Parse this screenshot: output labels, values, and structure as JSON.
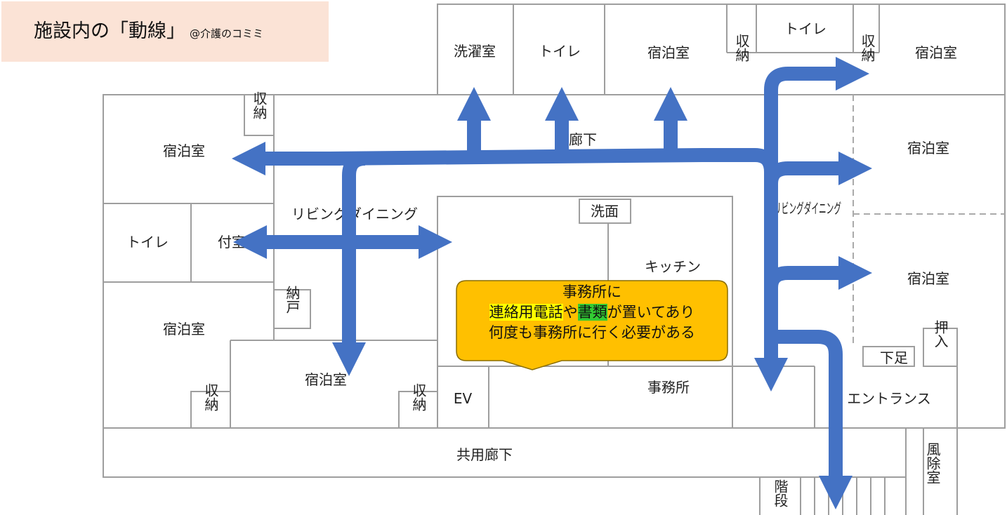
{
  "header": {
    "title": "施設内の「動線」",
    "subtitle": "@介護のコミミ"
  },
  "rooms": {
    "laundry": "洗濯室",
    "toilet_top": "トイレ",
    "guest_top_mid": "宿泊室",
    "storage_top_a": "収納",
    "toilet_top_right": "トイレ",
    "storage_top_b": "収納",
    "guest_top_right": "宿泊室",
    "storage_left_top": "収納",
    "guest_left_top": "宿泊室",
    "corridor": "廊下",
    "living_left": "リビングダイニング",
    "toilet_left": "トイレ",
    "annex": "付室",
    "guest_left_mid": "宿泊室",
    "closet": "納戸",
    "guest_left_bottom": "宿泊室",
    "storage_left_bottom": "収納",
    "storage_mid_bottom": "収納",
    "washroom": "洗面",
    "kitchen": "キッチン",
    "living_right": "リビングダイニング",
    "guest_right_1": "宿泊室",
    "guest_right_2": "宿泊室",
    "shoes": "下足",
    "closet_right": "押入",
    "elevator": "EV",
    "office": "事務所",
    "entrance": "エントランス",
    "shared_corridor": "共用廊下",
    "windbreak": "風除室",
    "stairs": "階段"
  },
  "callout": {
    "line1": "事務所に",
    "line2_a": "連絡用電話",
    "line2_b": "や",
    "line2_c": "書類",
    "line2_d": "が置いてあり",
    "line3": "何度も事務所に行く必要がある",
    "fill": "#ffc000",
    "highlight_yellow": "#ffff00",
    "highlight_green": "#33cc33"
  },
  "colors": {
    "arrow": "#4472c4",
    "wall": "#9e9e9e",
    "title_bg": "#fbe3d6"
  }
}
